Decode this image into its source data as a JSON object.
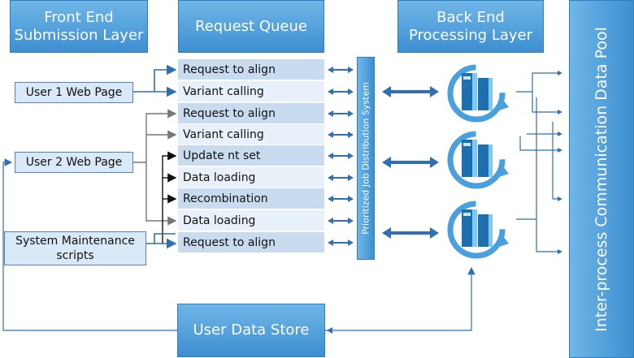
{
  "headers": {
    "front_end": "Front End\nSubmission Layer",
    "request_queue": "Request Queue",
    "back_end": "Back End\nProcessing Layer"
  },
  "sources": {
    "user1": "User 1 Web Page",
    "user2": "User 2 Web Page",
    "maintenance": "System Maintenance scripts"
  },
  "queue_items": [
    "Request to align",
    "Variant calling",
    "Request to align",
    "Variant calling",
    "Update nt set",
    "Data loading",
    "Recombination",
    "Data loading",
    "Request to align"
  ],
  "distribution_system": "Prioritized Job Distribution System",
  "data_pool": "Inter-process Communication Data Pool",
  "user_data_store": "User Data Store",
  "colors": {
    "header_blue": "#3d8fd1",
    "line_blue": "#2f6fb4",
    "line_gray": "#777777",
    "line_black": "#111111"
  }
}
